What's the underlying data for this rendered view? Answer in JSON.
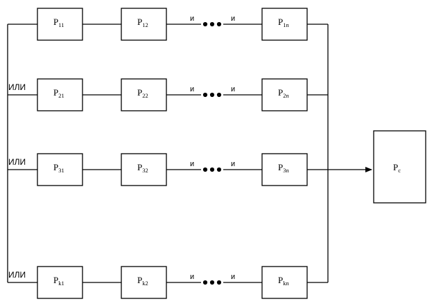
{
  "rows": [
    {
      "boxes": [
        {
          "base": "P",
          "sub": "11"
        },
        {
          "base": "P",
          "sub": "12"
        },
        {
          "base": "P",
          "sub": "1n"
        }
      ],
      "or_label": ""
    },
    {
      "boxes": [
        {
          "base": "P",
          "sub": "21"
        },
        {
          "base": "P",
          "sub": "22"
        },
        {
          "base": "P",
          "sub": "2n"
        }
      ],
      "or_label": "ИЛИ"
    },
    {
      "boxes": [
        {
          "base": "P",
          "sub": "31"
        },
        {
          "base": "P",
          "sub": "32"
        },
        {
          "base": "P",
          "sub": "3n"
        }
      ],
      "or_label": "ИЛИ"
    },
    {
      "boxes": [
        {
          "base": "P",
          "sub": "k1"
        },
        {
          "base": "P",
          "sub": "k2"
        },
        {
          "base": "P",
          "sub": "kn"
        }
      ],
      "or_label": "ИЛИ"
    }
  ],
  "and_label": "и",
  "ellipsis": "•••",
  "output": {
    "base": "P",
    "sub": "c"
  }
}
